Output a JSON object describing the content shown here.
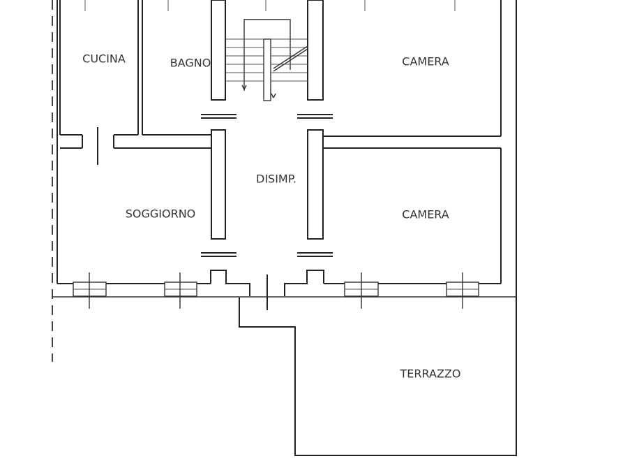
{
  "rooms": {
    "cucina": "CUCINA",
    "bagno": "BAGNO",
    "camera_top": "CAMERA",
    "disimpegno": "DISIMP.",
    "soggiorno": "SOGGIORNO",
    "camera_bottom": "CAMERA",
    "terrazzo": "TERRAZZO"
  }
}
